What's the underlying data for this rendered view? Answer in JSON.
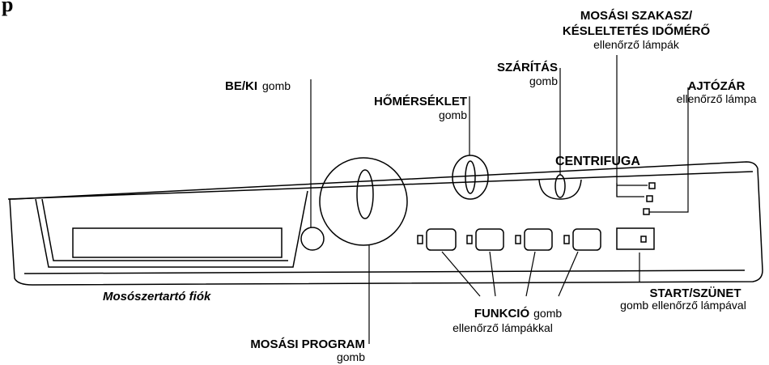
{
  "header": {
    "letter": "p"
  },
  "labels": {
    "detergent_drawer": "Mosószertartó fiók",
    "power_bold": "BE/KI",
    "power_rest": "gomb",
    "temp_bold": "HŐMÉRSÉKLET",
    "temp_rest": "gomb",
    "dry_bold": "SZÁRÍTÁS",
    "dry_rest": "gomb",
    "spin": "CENTRIFUGA",
    "phase_bold_1": "MOSÁSI SZAKASZ/",
    "phase_bold_2": "KÉSLELTETÉS IDŐMÉRŐ",
    "phase_rest": "ellenőrző lámpák",
    "door_bold": "AJTÓZÁR",
    "door_rest": "ellenőrző lámpa",
    "start_bold": "START/SZÜNET",
    "start_rest": "gomb ellenőrző lámpával",
    "function_bold": "FUNKCIÓ",
    "function_rest": "gomb",
    "function_rest2": "ellenőrző lámpákkal",
    "program_bold": "MOSÁSI PROGRAM",
    "program_rest": "gomb"
  }
}
